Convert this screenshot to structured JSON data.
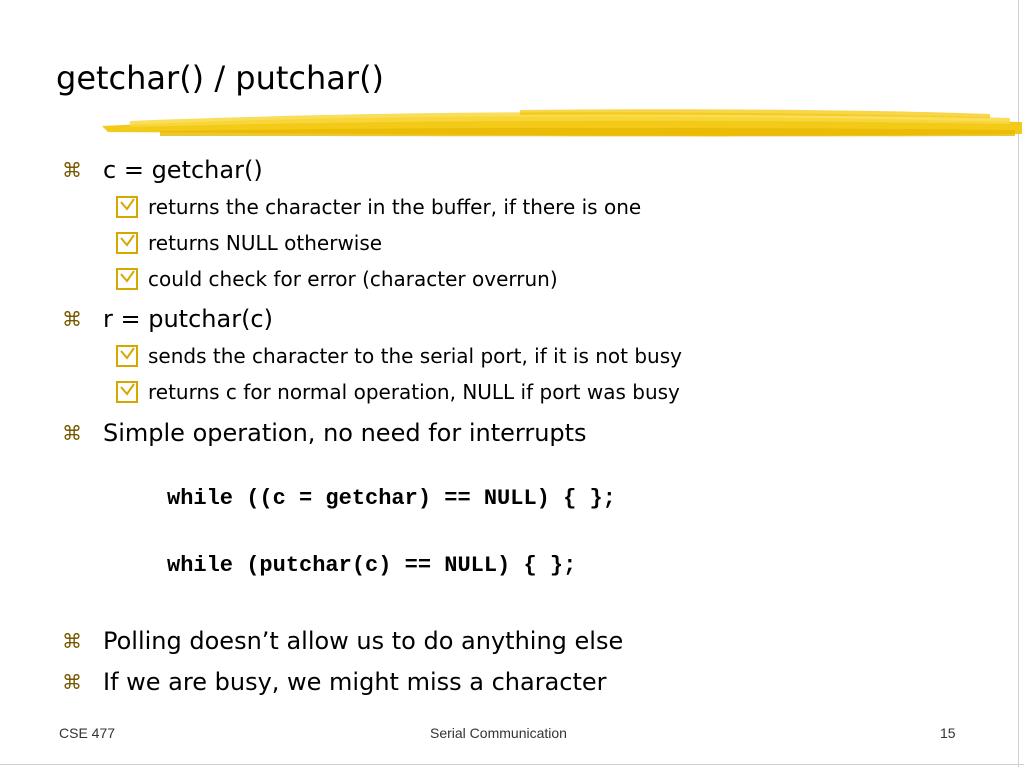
{
  "slide": {
    "title": "getchar() / putchar()",
    "bullet_glyph": "⌘",
    "bullets": [
      {
        "text": "c = getchar()",
        "subs": [
          "returns the character in the buffer, if there is one",
          "returns NULL otherwise",
          "could check for error (character overrun)"
        ]
      },
      {
        "text": "r = putchar(c)",
        "subs": [
          "sends the character to the serial port, if it is not busy",
          "returns c for normal operation, NULL if port was busy"
        ]
      },
      {
        "text": "Simple operation, no need for interrupts",
        "subs": []
      },
      {
        "text": "Polling doesn’t allow us to do anything else",
        "subs": []
      },
      {
        "text": "If we are busy, we might miss a character",
        "subs": []
      }
    ],
    "code": [
      "while ((c = getchar) == NULL) { };",
      "while (putchar(c) == NULL) { };"
    ]
  },
  "footer": {
    "left": "CSE 477",
    "center": "Serial Communication",
    "right": "15"
  },
  "colors": {
    "accent_brush": "#f3c400",
    "bullet_glyph": "#7a5a00",
    "sub_bullet_box": "#d4a800"
  }
}
